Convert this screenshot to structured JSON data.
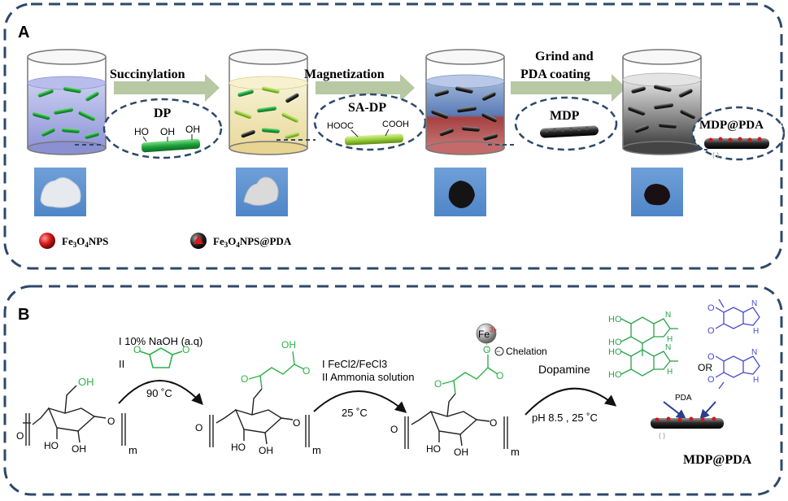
{
  "panel_a": {
    "label": "A",
    "steps": [
      "Succinylation",
      "Magnetization",
      "Grind and",
      "PDA coating"
    ],
    "products": [
      "DP",
      "SA-DP",
      "MDP",
      "MDP@PDA"
    ],
    "dp_groups": [
      "HO",
      "OH",
      "OH"
    ],
    "sadp_groups": [
      "HOOC",
      "COOH"
    ],
    "legend": {
      "fe3o4": [
        "Fe",
        "3",
        "O",
        "4",
        "NPS"
      ],
      "fe3o4_pda": [
        "Fe",
        "3",
        "O",
        "4",
        "NPS@PDA"
      ]
    },
    "colors": {
      "fiber_green": "#2db24a",
      "fiber_dark": "#1b1b1b",
      "arrow": "#b7c8a3",
      "dash": "#2e4868",
      "nps_red": "#c8191a"
    }
  },
  "panel_b": {
    "label": "B",
    "step1": [
      "I 10% NaOH (a.q)",
      "II",
      "90 ˚C"
    ],
    "step2": [
      "I FeCl2/FeCl3",
      "II Ammonia solution",
      "25 ˚C"
    ],
    "step3": [
      "Dopamine",
      "pH 8.5 , 25 ˚C"
    ],
    "fe": "Fe",
    "fe_charge": "3+",
    "chelation": "Chelation",
    "minus": "−",
    "or": "OR",
    "pda": "PDA",
    "product": "MDP@PDA",
    "m": "m",
    "cellulose_text": [
      "OH",
      "HO",
      "OH",
      "O",
      "O"
    ],
    "succinate_text": [
      "O",
      "OH",
      "O"
    ],
    "indole_text": [
      "HO",
      "HO",
      "HO",
      "HO",
      "N",
      "H",
      "N",
      "H"
    ],
    "indole_b_text": [
      "O",
      "O",
      "N",
      "H",
      "O",
      "O",
      "N",
      "H"
    ]
  }
}
